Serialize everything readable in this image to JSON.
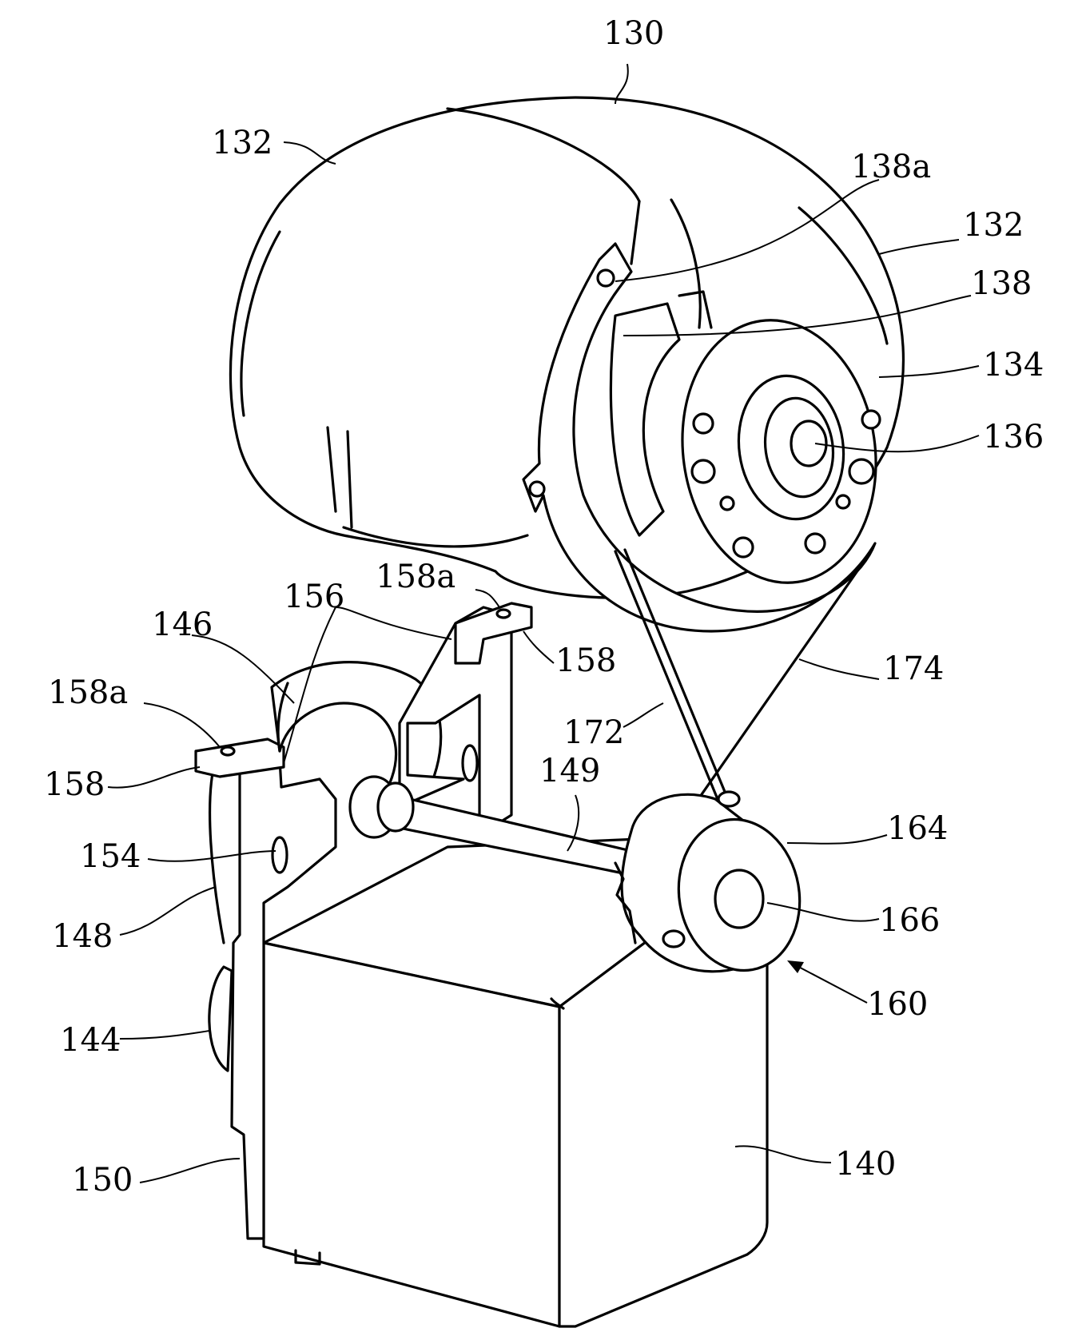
{
  "figure": {
    "labels": {
      "l130": "130",
      "l132_left": "132",
      "l132_right": "132",
      "l138a_top": "138a",
      "l138": "138",
      "l134": "134",
      "l136": "136",
      "l158a_center": "158a",
      "l156": "156",
      "l146": "146",
      "l158_right": "158",
      "l158a_left": "158a",
      "l174": "174",
      "l172": "172",
      "l158_left": "158",
      "l149": "149",
      "l164": "164",
      "l154": "154",
      "l166": "166",
      "l148": "148",
      "l160": "160",
      "l144": "144",
      "l150": "150",
      "l140": "140"
    }
  }
}
